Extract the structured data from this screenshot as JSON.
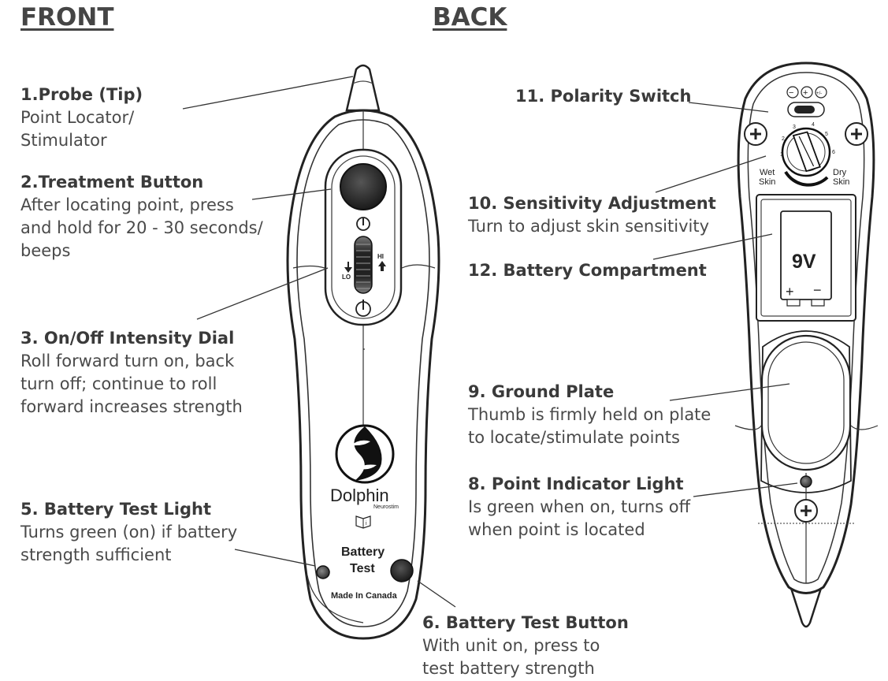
{
  "headings": {
    "front": "FRONT",
    "back": "BACK"
  },
  "callouts": {
    "probe": {
      "title": "1.Probe (Tip)",
      "lines": [
        "Point Locator/",
        "Stimulator"
      ]
    },
    "treatment": {
      "title": "2.Treatment Button",
      "lines": [
        "After locating point, press",
        "and hold for 20 - 30 seconds/",
        "beeps"
      ]
    },
    "dial": {
      "title": "3. On/Off Intensity Dial",
      "lines": [
        "Roll forward turn on, back",
        "turn off; continue to roll",
        "forward increases strength"
      ]
    },
    "battery_light": {
      "title": "5. Battery Test Light",
      "lines": [
        "Turns green (on) if battery",
        "strength sufficient"
      ]
    },
    "battery_button": {
      "title": "6. Battery Test Button",
      "lines": [
        "With unit on, press to",
        "test battery strength"
      ]
    },
    "polarity": {
      "title": "11. Polarity Switch",
      "lines": []
    },
    "sensitivity": {
      "title": "10. Sensitivity Adjustment",
      "lines": [
        "Turn to adjust skin sensitivity"
      ]
    },
    "compartment": {
      "title": "12. Battery Compartment",
      "lines": []
    },
    "ground": {
      "title": "9. Ground Plate",
      "lines": [
        "Thumb is firmly held on plate",
        "to locate/stimulate points"
      ]
    },
    "indicator": {
      "title": "8. Point Indicator Light",
      "lines": [
        "Is green when on, turns off",
        "when point is located"
      ]
    }
  },
  "device_front": {
    "hi_label": "HI",
    "lo_label": "LO",
    "brand": "Dolphin",
    "sub_brand": "Neurostim",
    "battery_label_1": "Battery",
    "battery_label_2": "Test",
    "made_in": "Made In Canada"
  },
  "device_back": {
    "polarity_symbols": [
      "−",
      "+",
      "+/-"
    ],
    "dial_numbers": [
      "1",
      "2",
      "3",
      "4",
      "5",
      "6"
    ],
    "wet_1": "Wet",
    "wet_2": "Skin",
    "dry_1": "Dry",
    "dry_2": "Skin",
    "battery_voltage": "9V",
    "plus_terminal": "+",
    "minus_terminal": "−"
  },
  "icons": [
    "power-icon",
    "arrow-up-icon",
    "arrow-down-icon",
    "manual-book-icon",
    "screw-icon",
    "dolphin-logo"
  ],
  "colors": {
    "text": "#3c3c3c",
    "outline": "#222222",
    "button": "#2b2b2b",
    "light": "#555555"
  }
}
